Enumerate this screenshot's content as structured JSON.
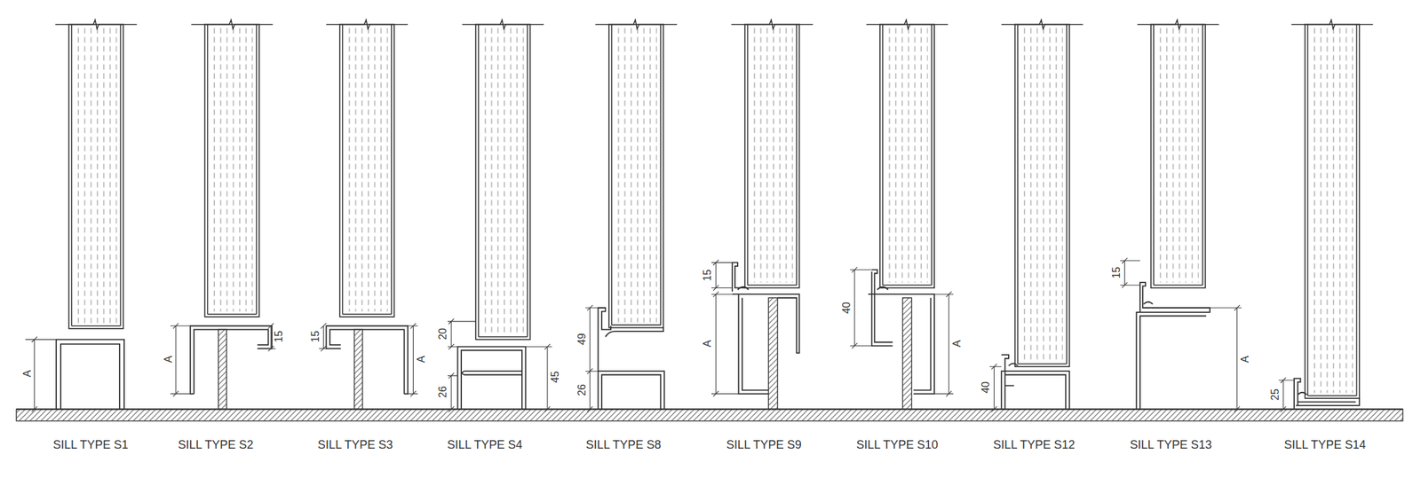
{
  "diagram": {
    "labels": [
      "A",
      "A",
      "15",
      "15",
      "A",
      "20",
      "26",
      "45",
      "49",
      "26",
      "15",
      "A",
      "40",
      "A",
      "40",
      "15",
      "A",
      "25",
      "SILL TYPE S1",
      "SILL TYPE S2",
      "SILL TYPE S3",
      "SILL TYPE S4",
      "SILL TYPE S8",
      "SILL TYPE S9",
      "SILL TYPE S10",
      "SILL TYPE S12",
      "SILL TYPE S13",
      "SILL TYPE S14"
    ]
  }
}
